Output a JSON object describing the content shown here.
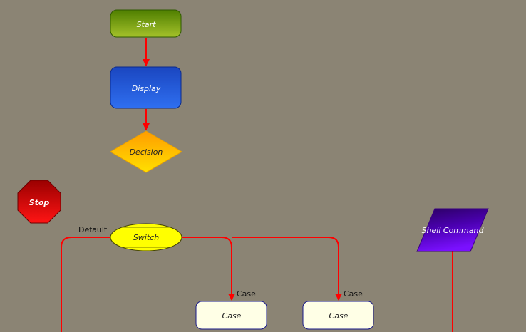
{
  "diagram": {
    "background": "#8b8474",
    "connector_color": "#ff0000",
    "nodes": {
      "start": {
        "label": "Start",
        "shape": "rounded-rect",
        "fill_top": "#4f7f00",
        "fill_bottom": "#a4c12a",
        "stroke": "#2f5a00",
        "text_color": "#ffffff"
      },
      "display": {
        "label": "Display",
        "shape": "rounded-rect",
        "fill_top": "#1a46c0",
        "fill_bottom": "#2f6ff0",
        "stroke": "#0c2a8a",
        "text_color": "#ffffff"
      },
      "decision": {
        "label": "Decision",
        "shape": "diamond",
        "fill_top": "#ff9c00",
        "fill_bottom": "#ffe000",
        "stroke": "#e8a000",
        "text_color": "#222222"
      },
      "stop": {
        "label": "Stop",
        "shape": "octagon",
        "fill_top": "#9a0000",
        "fill_bottom": "#ff1414",
        "stroke": "#6a0000",
        "text_color": "#ffffff"
      },
      "switch": {
        "label": "Switch",
        "shape": "ellipse",
        "fill": "#ffff00",
        "stroke": "#444400",
        "text_color": "#222222"
      },
      "shell": {
        "label": "Shell Command",
        "shape": "parallelogram",
        "fill_top": "#2a0060",
        "fill_bottom": "#7a10ff",
        "stroke": "#3a0080",
        "text_color": "#ffffff"
      },
      "case1": {
        "label": "Case",
        "shape": "rounded-rect",
        "fill": "#ffffe6",
        "stroke": "#1a1a8a",
        "text_color": "#222222"
      },
      "case2": {
        "label": "Case",
        "shape": "rounded-rect",
        "fill": "#ffffe6",
        "stroke": "#1a1a8a",
        "text_color": "#222222"
      }
    },
    "edge_labels": {
      "default": "Default",
      "case1": "Case",
      "case2": "Case"
    }
  }
}
